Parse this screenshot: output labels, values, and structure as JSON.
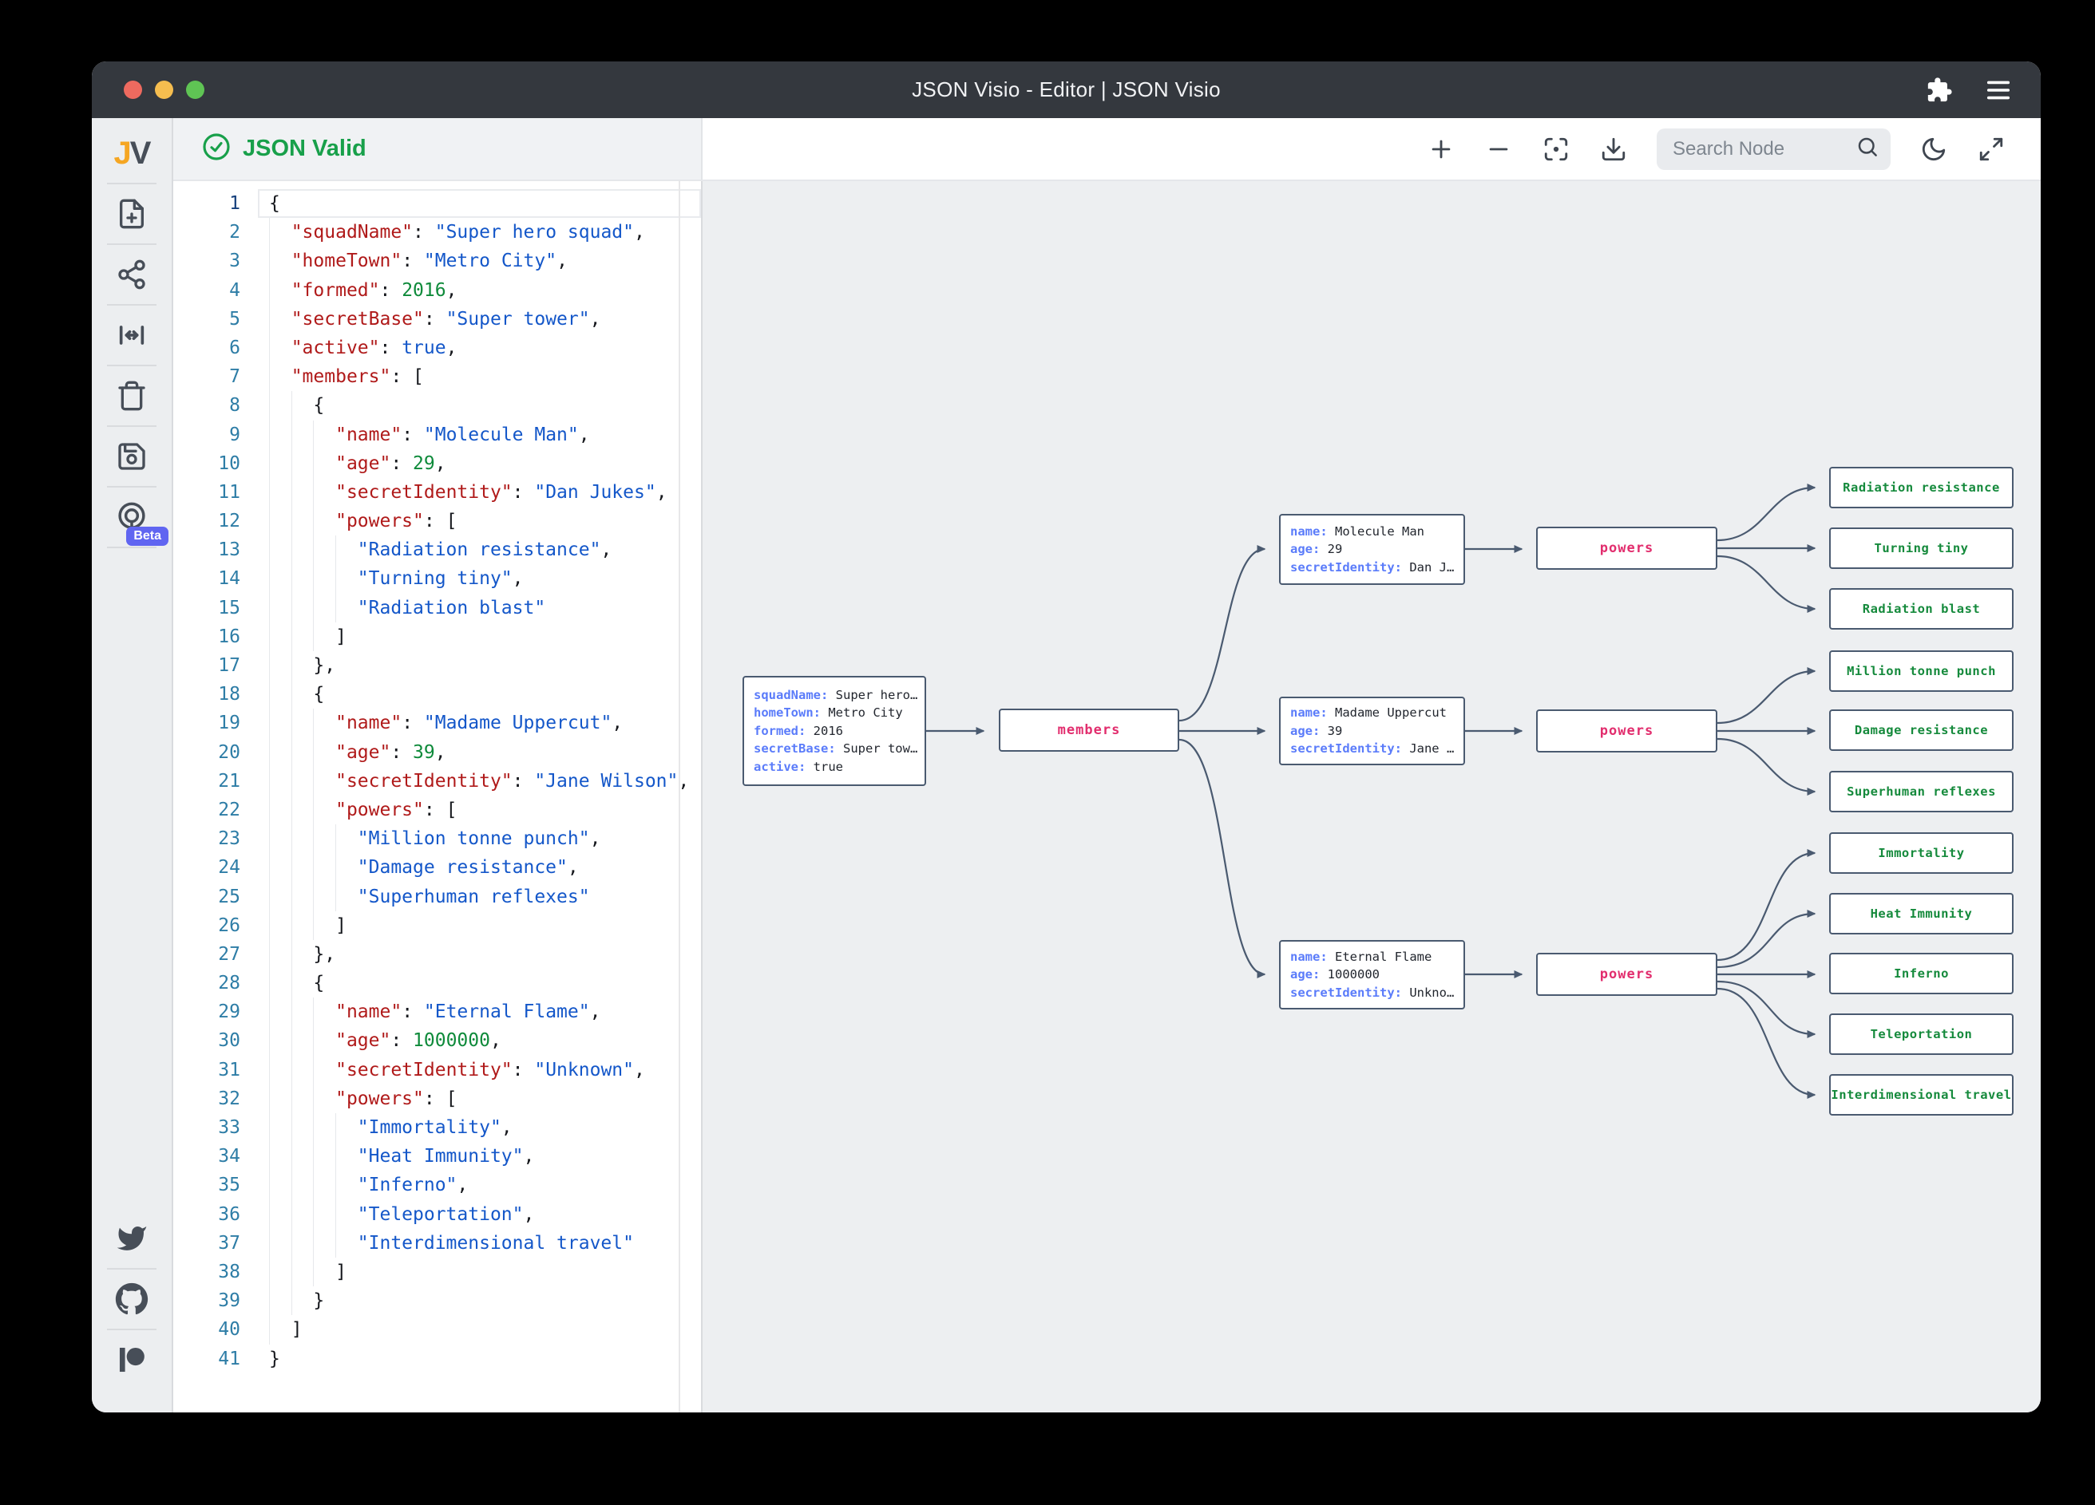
{
  "window": {
    "title": "JSON Visio - Editor | JSON Visio"
  },
  "titlebar": {
    "traffic_lights": [
      "close",
      "minimize",
      "zoom"
    ],
    "right_icons": [
      "extension-puzzle-icon",
      "menu-icon"
    ]
  },
  "sidebar": {
    "logo": {
      "j": "J",
      "v": "V"
    },
    "items": [
      "new-document",
      "graph-view",
      "expand-width",
      "delete-json",
      "save-json",
      "api-tools"
    ],
    "beta_label": "Beta",
    "social": [
      "twitter",
      "github",
      "patreon"
    ]
  },
  "editor": {
    "status": "JSON Valid",
    "status_color": "#18a04a",
    "lines": [
      {
        "n": 1,
        "ind": 0,
        "seg": [
          [
            "tp",
            "{"
          ]
        ]
      },
      {
        "n": 2,
        "ind": 2,
        "seg": [
          [
            "tk",
            "\"squadName\""
          ],
          [
            "tp",
            ": "
          ],
          [
            "ts",
            "\"Super hero squad\""
          ],
          [
            "tp",
            ","
          ]
        ]
      },
      {
        "n": 3,
        "ind": 2,
        "seg": [
          [
            "tk",
            "\"homeTown\""
          ],
          [
            "tp",
            ": "
          ],
          [
            "ts",
            "\"Metro City\""
          ],
          [
            "tp",
            ","
          ]
        ]
      },
      {
        "n": 4,
        "ind": 2,
        "seg": [
          [
            "tk",
            "\"formed\""
          ],
          [
            "tp",
            ": "
          ],
          [
            "tn",
            "2016"
          ],
          [
            "tp",
            ","
          ]
        ]
      },
      {
        "n": 5,
        "ind": 2,
        "seg": [
          [
            "tk",
            "\"secretBase\""
          ],
          [
            "tp",
            ": "
          ],
          [
            "ts",
            "\"Super tower\""
          ],
          [
            "tp",
            ","
          ]
        ]
      },
      {
        "n": 6,
        "ind": 2,
        "seg": [
          [
            "tk",
            "\"active\""
          ],
          [
            "tp",
            ": "
          ],
          [
            "tb",
            "true"
          ],
          [
            "tp",
            ","
          ]
        ]
      },
      {
        "n": 7,
        "ind": 2,
        "seg": [
          [
            "tk",
            "\"members\""
          ],
          [
            "tp",
            ": ["
          ]
        ]
      },
      {
        "n": 8,
        "ind": 4,
        "seg": [
          [
            "tp",
            "{"
          ]
        ]
      },
      {
        "n": 9,
        "ind": 6,
        "seg": [
          [
            "tk",
            "\"name\""
          ],
          [
            "tp",
            ": "
          ],
          [
            "ts",
            "\"Molecule Man\""
          ],
          [
            "tp",
            ","
          ]
        ]
      },
      {
        "n": 10,
        "ind": 6,
        "seg": [
          [
            "tk",
            "\"age\""
          ],
          [
            "tp",
            ": "
          ],
          [
            "tn",
            "29"
          ],
          [
            "tp",
            ","
          ]
        ]
      },
      {
        "n": 11,
        "ind": 6,
        "seg": [
          [
            "tk",
            "\"secretIdentity\""
          ],
          [
            "tp",
            ": "
          ],
          [
            "ts",
            "\"Dan Jukes\""
          ],
          [
            "tp",
            ","
          ]
        ]
      },
      {
        "n": 12,
        "ind": 6,
        "seg": [
          [
            "tk",
            "\"powers\""
          ],
          [
            "tp",
            ": ["
          ]
        ]
      },
      {
        "n": 13,
        "ind": 8,
        "seg": [
          [
            "ts",
            "\"Radiation resistance\""
          ],
          [
            "tp",
            ","
          ]
        ]
      },
      {
        "n": 14,
        "ind": 8,
        "seg": [
          [
            "ts",
            "\"Turning tiny\""
          ],
          [
            "tp",
            ","
          ]
        ]
      },
      {
        "n": 15,
        "ind": 8,
        "seg": [
          [
            "ts",
            "\"Radiation blast\""
          ]
        ]
      },
      {
        "n": 16,
        "ind": 6,
        "seg": [
          [
            "tp",
            "]"
          ]
        ]
      },
      {
        "n": 17,
        "ind": 4,
        "seg": [
          [
            "tp",
            "},"
          ]
        ]
      },
      {
        "n": 18,
        "ind": 4,
        "seg": [
          [
            "tp",
            "{"
          ]
        ]
      },
      {
        "n": 19,
        "ind": 6,
        "seg": [
          [
            "tk",
            "\"name\""
          ],
          [
            "tp",
            ": "
          ],
          [
            "ts",
            "\"Madame Uppercut\""
          ],
          [
            "tp",
            ","
          ]
        ]
      },
      {
        "n": 20,
        "ind": 6,
        "seg": [
          [
            "tk",
            "\"age\""
          ],
          [
            "tp",
            ": "
          ],
          [
            "tn",
            "39"
          ],
          [
            "tp",
            ","
          ]
        ]
      },
      {
        "n": 21,
        "ind": 6,
        "seg": [
          [
            "tk",
            "\"secretIdentity\""
          ],
          [
            "tp",
            ": "
          ],
          [
            "ts",
            "\"Jane Wilson\""
          ],
          [
            "tp",
            ","
          ]
        ]
      },
      {
        "n": 22,
        "ind": 6,
        "seg": [
          [
            "tk",
            "\"powers\""
          ],
          [
            "tp",
            ": ["
          ]
        ]
      },
      {
        "n": 23,
        "ind": 8,
        "seg": [
          [
            "ts",
            "\"Million tonne punch\""
          ],
          [
            "tp",
            ","
          ]
        ]
      },
      {
        "n": 24,
        "ind": 8,
        "seg": [
          [
            "ts",
            "\"Damage resistance\""
          ],
          [
            "tp",
            ","
          ]
        ]
      },
      {
        "n": 25,
        "ind": 8,
        "seg": [
          [
            "ts",
            "\"Superhuman reflexes\""
          ]
        ]
      },
      {
        "n": 26,
        "ind": 6,
        "seg": [
          [
            "tp",
            "]"
          ]
        ]
      },
      {
        "n": 27,
        "ind": 4,
        "seg": [
          [
            "tp",
            "},"
          ]
        ]
      },
      {
        "n": 28,
        "ind": 4,
        "seg": [
          [
            "tp",
            "{"
          ]
        ]
      },
      {
        "n": 29,
        "ind": 6,
        "seg": [
          [
            "tk",
            "\"name\""
          ],
          [
            "tp",
            ": "
          ],
          [
            "ts",
            "\"Eternal Flame\""
          ],
          [
            "tp",
            ","
          ]
        ]
      },
      {
        "n": 30,
        "ind": 6,
        "seg": [
          [
            "tk",
            "\"age\""
          ],
          [
            "tp",
            ": "
          ],
          [
            "tn",
            "1000000"
          ],
          [
            "tp",
            ","
          ]
        ]
      },
      {
        "n": 31,
        "ind": 6,
        "seg": [
          [
            "tk",
            "\"secretIdentity\""
          ],
          [
            "tp",
            ": "
          ],
          [
            "ts",
            "\"Unknown\""
          ],
          [
            "tp",
            ","
          ]
        ]
      },
      {
        "n": 32,
        "ind": 6,
        "seg": [
          [
            "tk",
            "\"powers\""
          ],
          [
            "tp",
            ": ["
          ]
        ]
      },
      {
        "n": 33,
        "ind": 8,
        "seg": [
          [
            "ts",
            "\"Immortality\""
          ],
          [
            "tp",
            ","
          ]
        ]
      },
      {
        "n": 34,
        "ind": 8,
        "seg": [
          [
            "ts",
            "\"Heat Immunity\""
          ],
          [
            "tp",
            ","
          ]
        ]
      },
      {
        "n": 35,
        "ind": 8,
        "seg": [
          [
            "ts",
            "\"Inferno\""
          ],
          [
            "tp",
            ","
          ]
        ]
      },
      {
        "n": 36,
        "ind": 8,
        "seg": [
          [
            "ts",
            "\"Teleportation\""
          ],
          [
            "tp",
            ","
          ]
        ]
      },
      {
        "n": 37,
        "ind": 8,
        "seg": [
          [
            "ts",
            "\"Interdimensional travel\""
          ]
        ]
      },
      {
        "n": 38,
        "ind": 6,
        "seg": [
          [
            "tp",
            "]"
          ]
        ]
      },
      {
        "n": 39,
        "ind": 4,
        "seg": [
          [
            "tp",
            "}"
          ]
        ]
      },
      {
        "n": 40,
        "ind": 2,
        "seg": [
          [
            "tp",
            "]"
          ]
        ]
      },
      {
        "n": 41,
        "ind": 0,
        "seg": [
          [
            "tp",
            "}"
          ]
        ]
      }
    ]
  },
  "toolbar": {
    "icons": [
      "zoom-in",
      "zoom-out",
      "focus-center",
      "download-image",
      "dark-mode",
      "fullscreen"
    ],
    "search_placeholder": "Search Node"
  },
  "graph": {
    "key_color": "#5b7cfa",
    "parent_color": "#e22e6e",
    "leaf_color": "#158a3c",
    "nodes": [
      {
        "id": "root",
        "kind": "object",
        "rows": [
          [
            "squadName",
            "Super hero…"
          ],
          [
            "homeTown",
            "Metro City"
          ],
          [
            "formed",
            "2016"
          ],
          [
            "secretBase",
            "Super tow…"
          ],
          [
            "active",
            "true"
          ]
        ]
      },
      {
        "id": "members",
        "kind": "parent",
        "label": "members"
      },
      {
        "id": "member-1",
        "kind": "object",
        "rows": [
          [
            "name",
            "Molecule Man"
          ],
          [
            "age",
            "29"
          ],
          [
            "secretIdentity",
            "Dan J…"
          ]
        ]
      },
      {
        "id": "member-2",
        "kind": "object",
        "rows": [
          [
            "name",
            "Madame Uppercut"
          ],
          [
            "age",
            "39"
          ],
          [
            "secretIdentity",
            "Jane …"
          ]
        ]
      },
      {
        "id": "member-3",
        "kind": "object",
        "rows": [
          [
            "name",
            "Eternal Flame"
          ],
          [
            "age",
            "1000000"
          ],
          [
            "secretIdentity",
            "Unkno…"
          ]
        ]
      },
      {
        "id": "powers-1",
        "kind": "parent",
        "label": "powers"
      },
      {
        "id": "powers-2",
        "kind": "parent",
        "label": "powers"
      },
      {
        "id": "powers-3",
        "kind": "parent",
        "label": "powers"
      },
      {
        "id": "leaf-1a",
        "kind": "leaf",
        "label": "Radiation resistance"
      },
      {
        "id": "leaf-1b",
        "kind": "leaf",
        "label": "Turning tiny"
      },
      {
        "id": "leaf-1c",
        "kind": "leaf",
        "label": "Radiation blast"
      },
      {
        "id": "leaf-2a",
        "kind": "leaf",
        "label": "Million tonne punch"
      },
      {
        "id": "leaf-2b",
        "kind": "leaf",
        "label": "Damage resistance"
      },
      {
        "id": "leaf-2c",
        "kind": "leaf",
        "label": "Superhuman reflexes"
      },
      {
        "id": "leaf-3a",
        "kind": "leaf",
        "label": "Immortality"
      },
      {
        "id": "leaf-3b",
        "kind": "leaf",
        "label": "Heat Immunity"
      },
      {
        "id": "leaf-3c",
        "kind": "leaf",
        "label": "Inferno"
      },
      {
        "id": "leaf-3d",
        "kind": "leaf",
        "label": "Teleportation"
      },
      {
        "id": "leaf-3e",
        "kind": "leaf",
        "label": "Interdimensional travel"
      }
    ]
  }
}
